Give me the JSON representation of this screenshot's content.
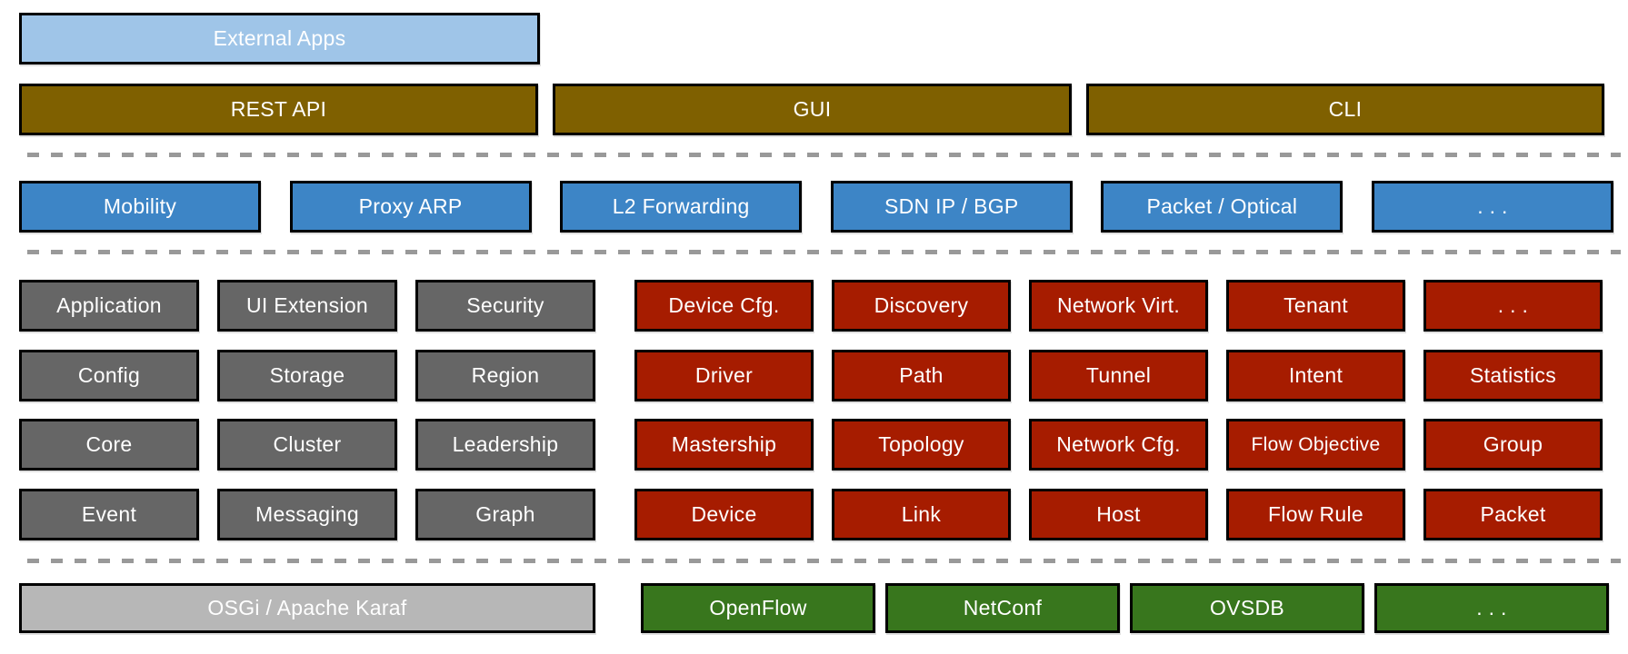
{
  "colors": {
    "external_apps_fill": "#9FC5E8",
    "interface_fill": "#7F6000",
    "app_fill": "#3D85C6",
    "core_left_fill": "#666666",
    "core_right_fill": "#A61C00",
    "platform_fill": "#B7B7B7",
    "protocol_fill": "#38761D",
    "separator": "#999999",
    "border": "#000000",
    "text": "#ffffff"
  },
  "external_apps": {
    "label": "External Apps"
  },
  "interfaces": [
    {
      "label": "REST API"
    },
    {
      "label": "GUI"
    },
    {
      "label": "CLI"
    }
  ],
  "apps": [
    {
      "label": "Mobility"
    },
    {
      "label": "Proxy ARP"
    },
    {
      "label": "L2 Forwarding"
    },
    {
      "label": "SDN IP / BGP"
    },
    {
      "label": "Packet / Optical"
    },
    {
      "label": ". . ."
    }
  ],
  "core_left": {
    "rows": [
      [
        {
          "label": "Application"
        },
        {
          "label": "UI Extension"
        },
        {
          "label": "Security"
        }
      ],
      [
        {
          "label": "Config"
        },
        {
          "label": "Storage"
        },
        {
          "label": "Region"
        }
      ],
      [
        {
          "label": "Core"
        },
        {
          "label": "Cluster"
        },
        {
          "label": "Leadership"
        }
      ],
      [
        {
          "label": "Event"
        },
        {
          "label": "Messaging"
        },
        {
          "label": "Graph"
        }
      ]
    ]
  },
  "core_right": {
    "rows": [
      [
        {
          "label": "Device Cfg."
        },
        {
          "label": "Discovery"
        },
        {
          "label": "Network Virt."
        },
        {
          "label": "Tenant"
        },
        {
          "label": ". . ."
        }
      ],
      [
        {
          "label": "Driver"
        },
        {
          "label": "Path"
        },
        {
          "label": "Tunnel"
        },
        {
          "label": "Intent"
        },
        {
          "label": "Statistics"
        }
      ],
      [
        {
          "label": "Mastership"
        },
        {
          "label": "Topology"
        },
        {
          "label": "Network Cfg."
        },
        {
          "label": "Flow Objective"
        },
        {
          "label": "Group"
        }
      ],
      [
        {
          "label": "Device"
        },
        {
          "label": "Link"
        },
        {
          "label": "Host"
        },
        {
          "label": "Flow Rule"
        },
        {
          "label": "Packet"
        }
      ]
    ]
  },
  "platform": {
    "label": "OSGi / Apache Karaf"
  },
  "protocols": [
    {
      "label": "OpenFlow"
    },
    {
      "label": "NetConf"
    },
    {
      "label": "OVSDB"
    },
    {
      "label": ". . ."
    }
  ]
}
